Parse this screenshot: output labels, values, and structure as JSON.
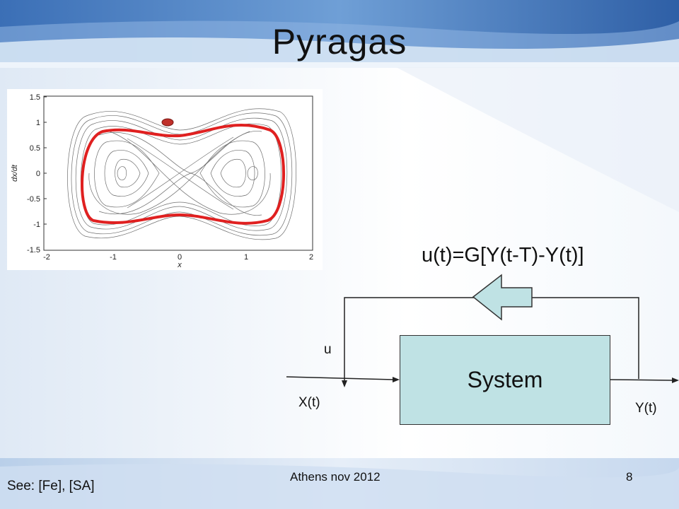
{
  "slide": {
    "title": "Pyragas",
    "formula": "u(t)=G[Y(t-T)-Y(t)]",
    "system_label": "System",
    "input_u_label": "u",
    "input_x_label": "X(t)",
    "output_y_label": "Y(t)",
    "footer": "Athens nov 2012",
    "page_number": "8",
    "references": "See: [Fe], [SA]"
  },
  "phase_plot": {
    "xlabel": "x",
    "ylabel": "dx/dt",
    "x_ticks": [
      "-2",
      "-1",
      "0",
      "1",
      "2"
    ],
    "y_ticks": [
      "1.5",
      "1",
      "0.5",
      "0",
      "-0.5",
      "-1",
      "-1.5"
    ],
    "highlight_color": "#e02020",
    "trajectory_color": "#555555"
  }
}
